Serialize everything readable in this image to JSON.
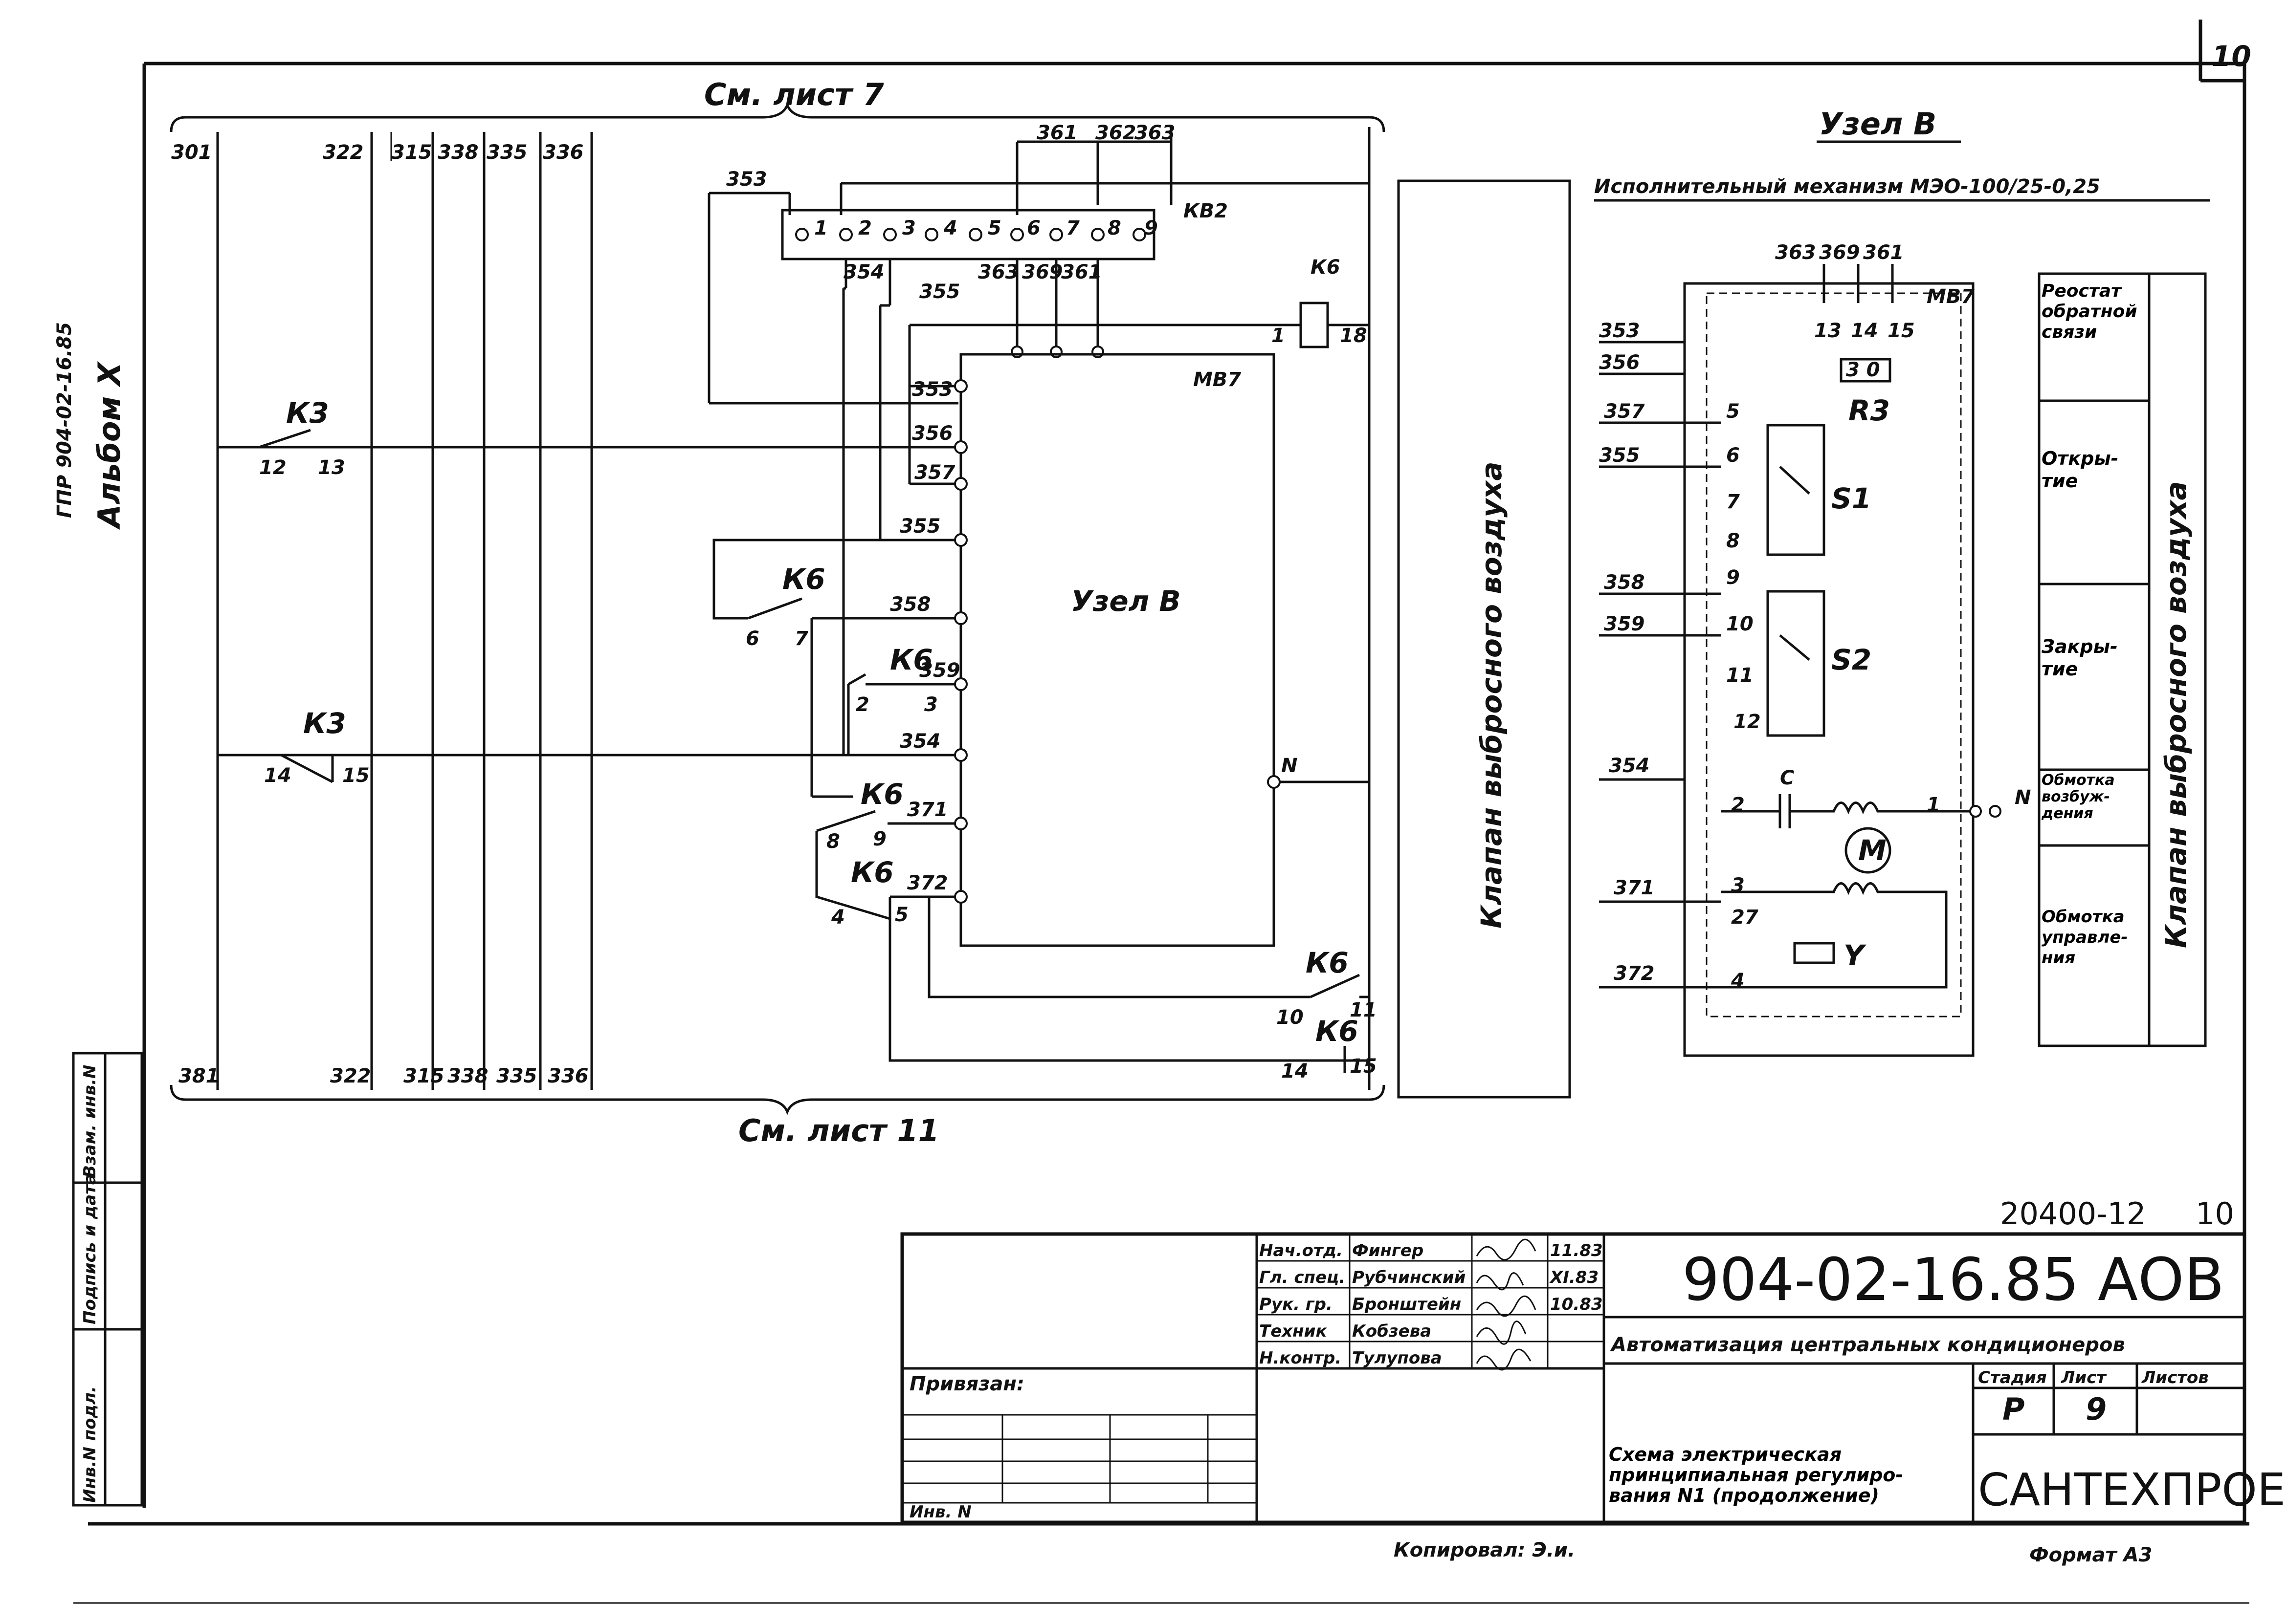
{
  "sheet": {
    "page_number": "10",
    "side_code": "ГПР 904-02-16.85",
    "album": "Альбом X",
    "see_sheet_top": "См. лист 7",
    "see_sheet_bottom": "См. лист 11",
    "copied_by": "Копировал: Э.и.",
    "format": "Формат А3",
    "doc_number_top": "20400-12",
    "page_marker_top": "10"
  },
  "left_columns": {
    "top_labels": [
      "301",
      "322",
      "315",
      "338",
      "335",
      "336"
    ],
    "bottom_labels": [
      "381",
      "322",
      "315",
      "338",
      "335",
      "336"
    ]
  },
  "node_b_schematic": {
    "block_label": "МВ7",
    "block_title": "Узел В",
    "kb2_label": "КВ2",
    "kb2_pins": [
      "1",
      "2",
      "3",
      "4",
      "5",
      "6",
      "7",
      "8",
      "9"
    ],
    "top_wires": [
      "361",
      "362",
      "363"
    ],
    "wire_353_top": "353",
    "kb2_wires_bottom": [
      "354",
      "355",
      "363",
      "369",
      "361"
    ],
    "k6_coil": {
      "label": "К6",
      "pin_left": "1",
      "pin_right": "18"
    },
    "block_inputs": [
      "353",
      "356",
      "357",
      "355",
      "358",
      "359",
      "354",
      "371",
      "372"
    ],
    "n_label": "N",
    "k3_top": {
      "label": "К3",
      "pin_a": "12",
      "pin_b": "13"
    },
    "k3_bottom": {
      "label": "К3",
      "pin_a": "14",
      "pin_b": "15"
    },
    "k6_contacts": [
      {
        "label": "К6",
        "pin_a": "6",
        "pin_b": "7"
      },
      {
        "label": "К6",
        "pin_a": "2",
        "pin_b": "3"
      },
      {
        "label": "К6",
        "pin_a": "8",
        "pin_b": "9"
      },
      {
        "label": "К6",
        "pin_a": "4",
        "pin_b": "5"
      },
      {
        "label": "К6",
        "pin_a": "10",
        "pin_b": "11"
      },
      {
        "label": "К6",
        "pin_a": "14",
        "pin_b": "15"
      }
    ]
  },
  "vertical_box_middle": "Клапан выбросного воздуха",
  "node_b_detail": {
    "title": "Узел В",
    "subtitle": "Исполнительный механизм МЭО-100/25-0,25",
    "top_wires": [
      "363",
      "369",
      "361"
    ],
    "block_label": "МВ7",
    "r3_pins": [
      "13",
      "14",
      "15"
    ],
    "r3_inner": "3  0",
    "r3_label": "R3",
    "inputs": [
      "353",
      "356",
      "357",
      "355",
      "358",
      "359",
      "354",
      "371",
      "372"
    ],
    "terminals": [
      "5",
      "6",
      "7",
      "8",
      "9",
      "10",
      "11",
      "12",
      "2",
      "1",
      "3",
      "27",
      "4"
    ],
    "s1": "S1",
    "s2": "S2",
    "c_label": "C",
    "m_label": "M",
    "y_label": "Y",
    "n_label": "N"
  },
  "legend_table": {
    "rows": [
      "Реостат обратной связи",
      "Откры- тие",
      "Закры- тие",
      "Обмотка возбуж- дения",
      "Обмотка управле- ния"
    ],
    "side_label": "Клапан выбросного воздуха"
  },
  "left_stamp": {
    "cols": [
      "Инв.N подл.",
      "Подпись и дата",
      "Взам. инв.N"
    ]
  },
  "title_block": {
    "roles": [
      "Нач.отд.",
      "Гл. спец.",
      "Рук. гр.",
      "Техник",
      "Н.контр."
    ],
    "names": [
      "Фингер",
      "Рубчинский",
      "Бронштейн",
      "Кобзева",
      "Тулупова"
    ],
    "dates": [
      "11.83",
      "XI.83",
      "10.83"
    ],
    "code": "904-02-16.85 АОВ",
    "subject": "Автоматизация центральных кондиционеров",
    "stage_hdr": "Стадия",
    "sheet_hdr": "Лист",
    "sheets_hdr": "Листов",
    "stage": "Р",
    "sheet": "9",
    "bound": "Привязан:",
    "inv": "Инв. N",
    "description": "Схема электрическая принципиальная регулиро- вания N1 (продолжение)",
    "org": "САНТЕХПРОЕКТ"
  }
}
